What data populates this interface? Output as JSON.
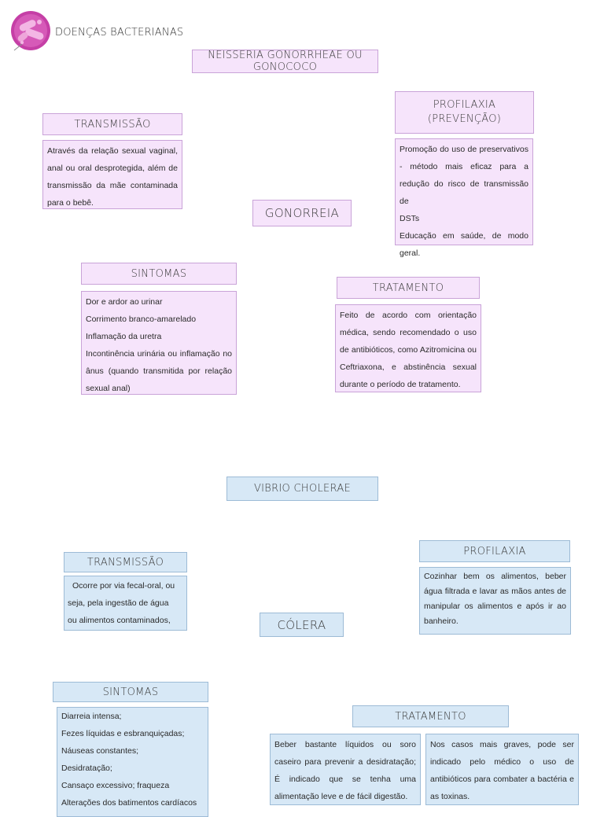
{
  "header": {
    "title": "DOENÇAS BACTERIANAS"
  },
  "gonorreia": {
    "agent": "NEISSERIA GONORRHEAE OU GONOCOCO",
    "name": "GONORREIA",
    "transmissao": {
      "title": "TRANSMISSÃO",
      "lines": [
        "Através da relação sexual vaginal,",
        "anal ou oral desprotegida, além de",
        "transmissão da mãe contaminada",
        "para o bebê."
      ]
    },
    "profilaxia": {
      "title_line1": "PROFILAXIA",
      "title_line2": "(PREVENÇÃO)",
      "lines": [
        "Promoção do uso de preservativos",
        "- método mais eficaz para a",
        "redução do risco de transmissão de",
        "DSTs",
        "Educação em saúde, de modo",
        "geral."
      ]
    },
    "sintomas": {
      "title": "SINTOMAS",
      "lines": [
        "Dor e ardor ao urinar",
        "Corrimento branco-amarelado",
        "Inflamação da uretra",
        "Incontinência urinária ou inflamação no",
        "ânus (quando transmitida por relação",
        "sexual anal)"
      ]
    },
    "tratamento": {
      "title": "TRATAMENTO",
      "lines": [
        "Feito de acordo com orientação",
        "médica, sendo recomendado o uso",
        "de antibióticos, como Azitromicina ou",
        "Ceftriaxona, e abstinência sexual",
        "durante o período de tratamento."
      ]
    }
  },
  "colera": {
    "agent": "VIBRIO CHOLERAE",
    "name": "CÓLERA",
    "transmissao": {
      "title": "TRANSMISSÃO",
      "lines": [
        "Ocorre por via fecal-oral, ou",
        "seja, pela ingestão de água",
        "ou alimentos contaminados,"
      ]
    },
    "profilaxia": {
      "title": "PROFILAXIA",
      "lines": [
        "Cozinhar bem os alimentos, beber",
        "água filtrada e lavar as mãos antes de",
        "manipular os alimentos e após ir ao",
        "banheiro."
      ]
    },
    "sintomas": {
      "title": "SINTOMAS",
      "lines": [
        "Diarreia intensa;",
        "Fezes líquidas e esbranquiçadas;",
        "Náuseas constantes;",
        "Desidratação;",
        "Cansaço excessivo; fraqueza",
        "Alterações dos batimentos cardíacos"
      ]
    },
    "tratamento": {
      "title": "TRATAMENTO",
      "left_lines": [
        "Beber bastante líquidos ou soro",
        "caseiro para prevenir a desidratação;",
        "É indicado que se tenha uma",
        "alimentação leve e de fácil digestão."
      ],
      "right_lines": [
        "Nos casos mais graves, pode ser",
        "indicado pelo médico o uso de",
        "antibióticos para combater a bactéria e",
        "as toxinas."
      ]
    }
  }
}
